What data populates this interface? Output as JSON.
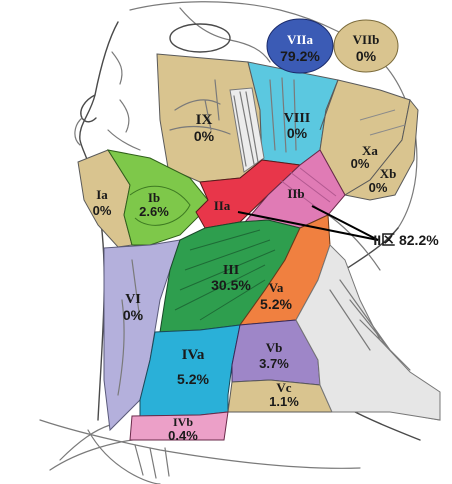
{
  "regions": {
    "VIIa": {
      "label": "VIIa",
      "pct": "79.2%"
    },
    "VIIb": {
      "label": "VIIb",
      "pct": "0%"
    },
    "IX": {
      "label": "IX",
      "pct": "0%"
    },
    "VIII": {
      "label": "VIII",
      "pct": "0%"
    },
    "Xa": {
      "label": "Xa",
      "pct": "0%"
    },
    "Xb": {
      "label": "Xb",
      "pct": "0%"
    },
    "Ia": {
      "label": "Ia",
      "pct": "0%"
    },
    "Ib": {
      "label": "Ib",
      "pct": "2.6%"
    },
    "IIa": {
      "label": "IIa",
      "pct": ""
    },
    "IIb": {
      "label": "IIb",
      "pct": ""
    },
    "III": {
      "label": "III",
      "pct": "30.5%"
    },
    "VI": {
      "label": "VI",
      "pct": "0%"
    },
    "Va": {
      "label": "Va",
      "pct": "5.2%"
    },
    "Vb": {
      "label": "Vb",
      "pct": "3.7%"
    },
    "Vc": {
      "label": "Vc",
      "pct": "1.1%"
    },
    "IVa": {
      "label": "IVa",
      "pct": "5.2%"
    },
    "IVb": {
      "label": "IVb",
      "pct": "0.4%"
    }
  },
  "callout": {
    "label": "II区 82.2%"
  },
  "colors": {
    "tan": "#d9c48f",
    "blue_dark": "#3b5bb5",
    "cyan": "#5bc8e0",
    "green_light": "#7ec84a",
    "green_dark": "#2e9e4e",
    "red": "#e8364a",
    "pink": "#e07bb5",
    "lavender": "#b4b0dc",
    "orange": "#f08040",
    "purple": "#9e86c8",
    "teal": "#2ab0d8",
    "pink_light": "#eca0c8"
  }
}
